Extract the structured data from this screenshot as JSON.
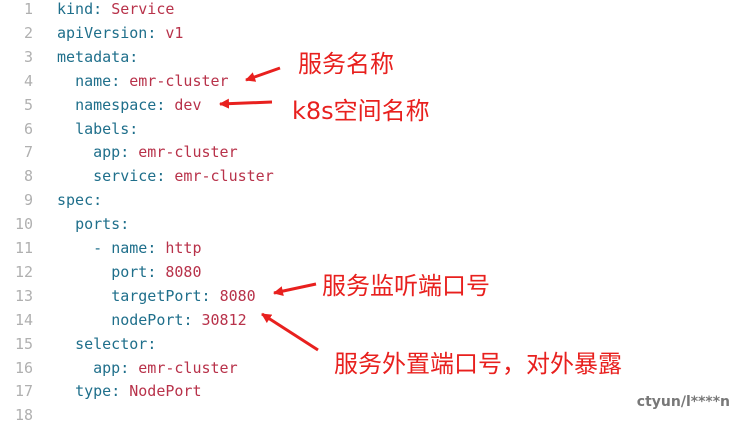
{
  "editor": {
    "lines": [
      {
        "num": "1",
        "indent": "",
        "key": "kind",
        "sep": ": ",
        "value": "Service"
      },
      {
        "num": "2",
        "indent": "",
        "key": "apiVersion",
        "sep": ": ",
        "value": "v1"
      },
      {
        "num": "3",
        "indent": "",
        "key": "metadata",
        "sep": ":",
        "value": ""
      },
      {
        "num": "4",
        "indent": "  ",
        "key": "name",
        "sep": ": ",
        "value": "emr-cluster"
      },
      {
        "num": "5",
        "indent": "  ",
        "key": "namespace",
        "sep": ": ",
        "value": "dev"
      },
      {
        "num": "6",
        "indent": "  ",
        "key": "labels",
        "sep": ":",
        "value": ""
      },
      {
        "num": "7",
        "indent": "    ",
        "key": "app",
        "sep": ": ",
        "value": "emr-cluster"
      },
      {
        "num": "8",
        "indent": "    ",
        "key": "service",
        "sep": ": ",
        "value": "emr-cluster"
      },
      {
        "num": "9",
        "indent": "",
        "key": "spec",
        "sep": ":",
        "value": ""
      },
      {
        "num": "10",
        "indent": "  ",
        "key": "ports",
        "sep": ":",
        "value": ""
      },
      {
        "num": "11",
        "indent": "    - ",
        "key": "name",
        "sep": ": ",
        "value": "http"
      },
      {
        "num": "12",
        "indent": "      ",
        "key": "port",
        "sep": ": ",
        "value": "8080"
      },
      {
        "num": "13",
        "indent": "      ",
        "key": "targetPort",
        "sep": ": ",
        "value": "8080"
      },
      {
        "num": "14",
        "indent": "      ",
        "key": "nodePort",
        "sep": ": ",
        "value": "30812"
      },
      {
        "num": "15",
        "indent": "  ",
        "key": "selector",
        "sep": ":",
        "value": ""
      },
      {
        "num": "16",
        "indent": "    ",
        "key": "app",
        "sep": ": ",
        "value": "emr-cluster"
      },
      {
        "num": "17",
        "indent": "  ",
        "key": "type",
        "sep": ": ",
        "value": "NodePort"
      },
      {
        "num": "18",
        "indent": "",
        "key": "",
        "sep": "",
        "value": ""
      }
    ]
  },
  "annotations": {
    "service_name": "服务名称",
    "namespace": "k8s空间名称",
    "listen_port": "服务监听端口号",
    "external_port": "服务外置端口号，对外暴露"
  },
  "colors": {
    "key": "#1f6f8b",
    "value": "#b8324a",
    "annotation": "#e8201e",
    "line_number": "#b0b0b0"
  },
  "watermark": "ctyun/l****n"
}
